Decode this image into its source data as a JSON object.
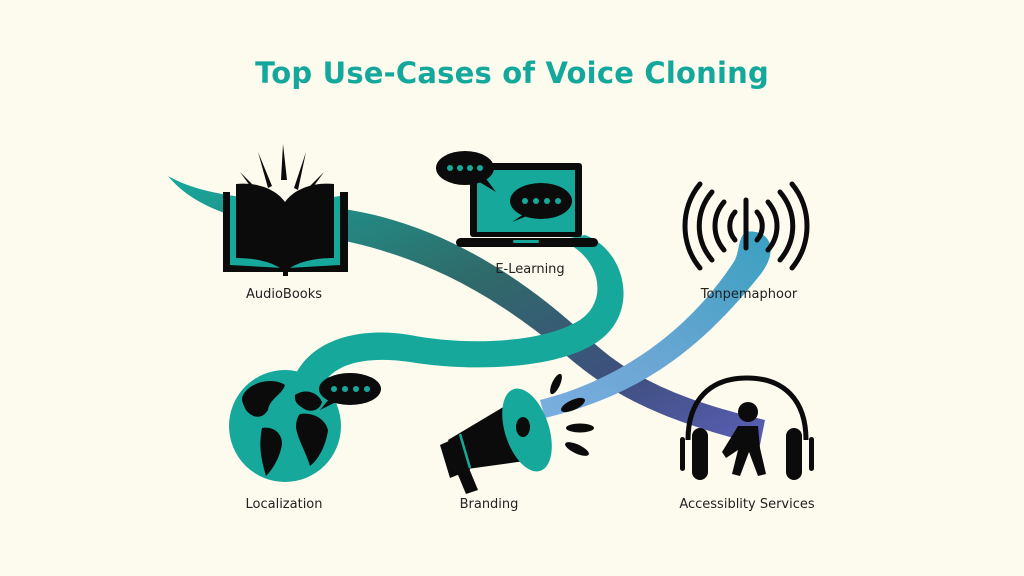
{
  "header": {
    "title": "Top Use-Cases of Voice Cloning"
  },
  "colors": {
    "background": "#fdfaee",
    "title": "#13a89b",
    "accent_teal": "#17a89c",
    "ribbon_dark": "#2f6a6a",
    "ribbon_blue": "#5aa0c4",
    "ribbon_purple": "#5a5fb8",
    "icon": "#0b0b0b",
    "label": "#222222"
  },
  "use_cases": [
    {
      "id": "audiobooks",
      "label": "AudioBooks",
      "icon": "open-book-icon"
    },
    {
      "id": "e-learning",
      "label": "E-Learning",
      "icon": "laptop-chat-icon"
    },
    {
      "id": "tonpemaphoor",
      "label": "Tonpemaphoor",
      "icon": "broadcast-signal-icon"
    },
    {
      "id": "localization",
      "label": "Localization",
      "icon": "globe-chat-icon"
    },
    {
      "id": "branding",
      "label": "Branding",
      "icon": "megaphone-icon"
    },
    {
      "id": "accessibility",
      "label": "Accessiblity Services",
      "icon": "headphones-person-icon"
    }
  ]
}
